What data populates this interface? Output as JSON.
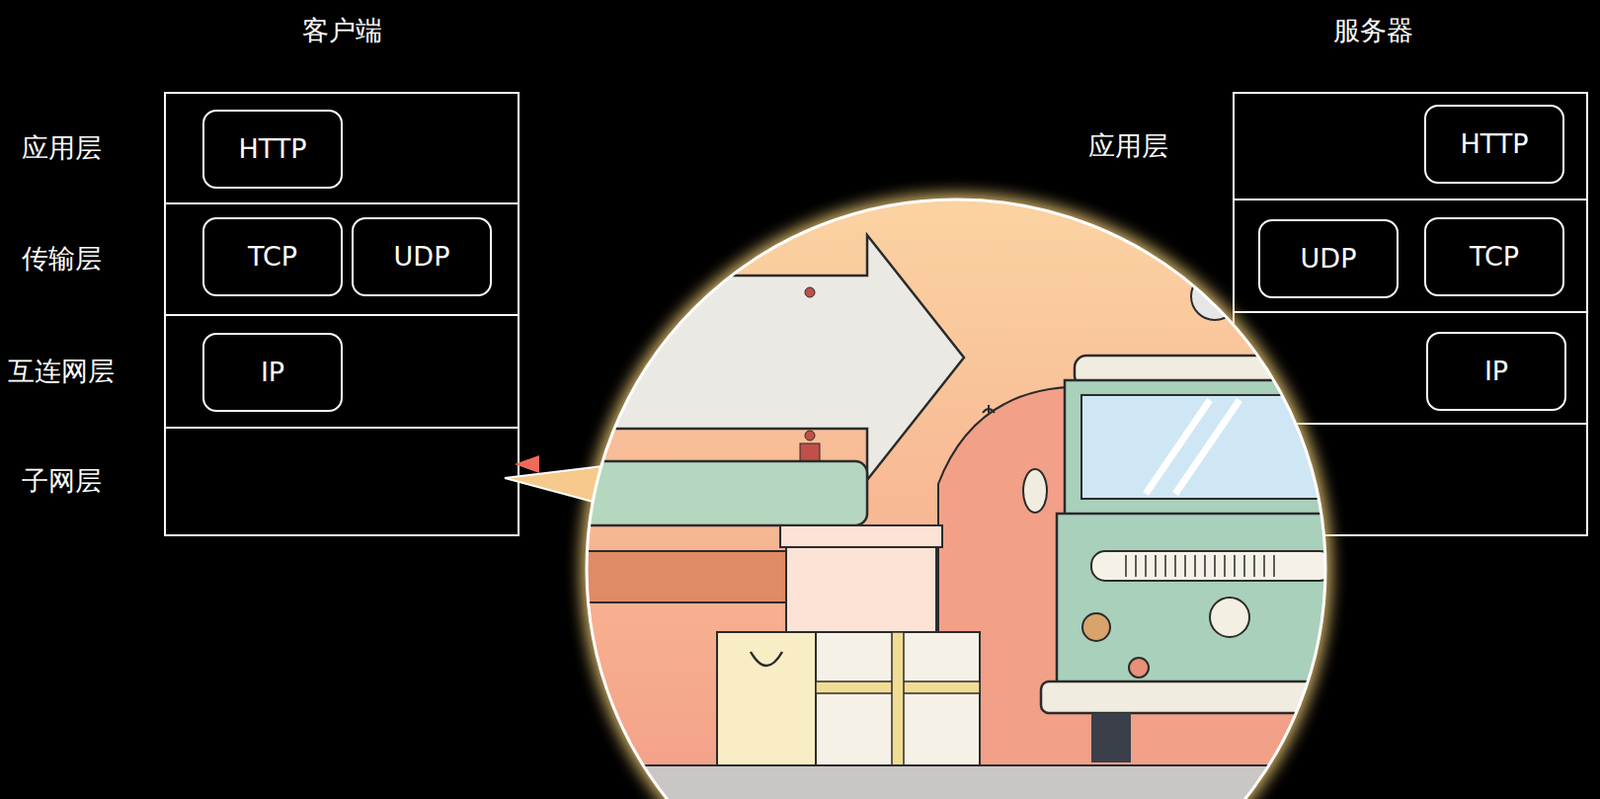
{
  "diagram": {
    "nodes": [
      {
        "text": [
          "客户端"
        ]
      },
      {
        "text": [
          "应用层"
        ],
        "in": 0
      },
      {
        "text": [
          "HTTP"
        ],
        "in": 1
      },
      {
        "text": [
          "传输层"
        ],
        "in": 0
      },
      {
        "text": [
          "TCP"
        ],
        "in": 3
      },
      {
        "text": [
          "UDP"
        ],
        "in": 3
      },
      {
        "text": [
          "互连网层"
        ],
        "in": 0
      },
      {
        "text": [
          "IP"
        ],
        "in": 6
      },
      {
        "text": [
          "子网层"
        ],
        "in": 0
      },
      {
        "text": [
          "服务器"
        ]
      },
      {
        "text": [
          "应用层"
        ],
        "in": 9
      },
      {
        "text": [
          "HTTP"
        ],
        "in": 10
      },
      {
        "text": [
          "UDP"
        ],
        "in": 9
      },
      {
        "text": [
          "TCP"
        ],
        "in": 9
      },
      {
        "text": [
          "IP"
        ],
        "in": 9
      }
    ]
  }
}
